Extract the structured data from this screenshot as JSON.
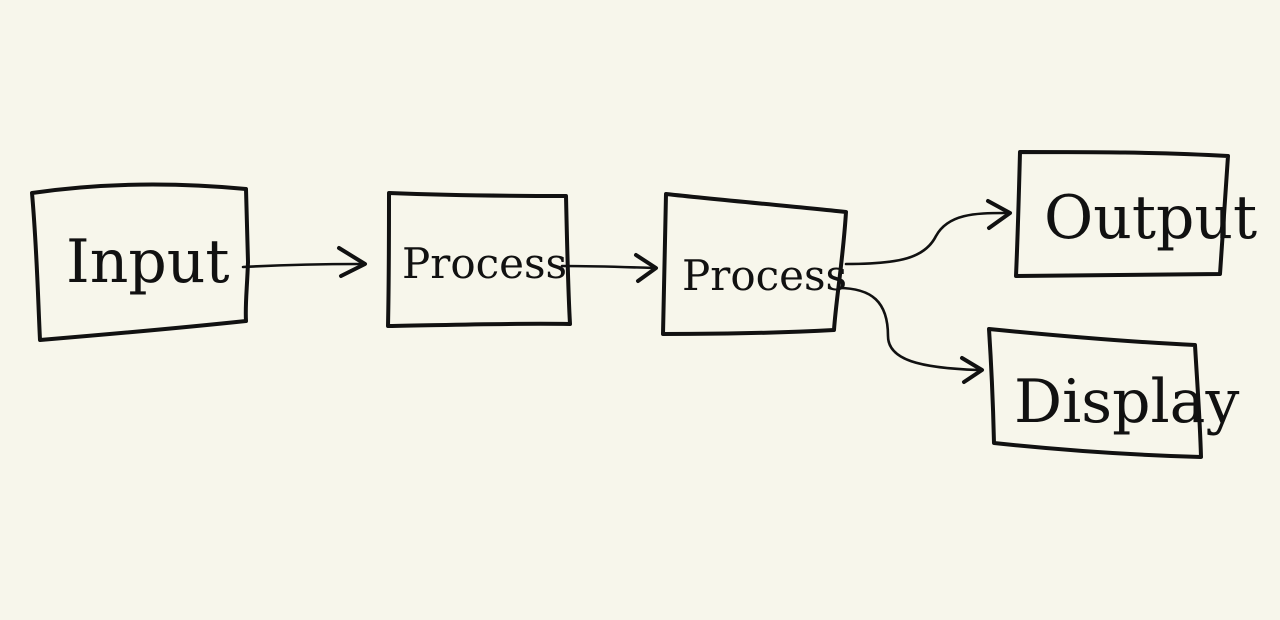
{
  "diagram": {
    "colors": {
      "background": "#f7f6eb",
      "ink": "#111111"
    },
    "nodes": {
      "input": {
        "label": "Input"
      },
      "process_1": {
        "label": "Process"
      },
      "process_2": {
        "label": "Process"
      },
      "output": {
        "label": "Output"
      },
      "display": {
        "label": "Display"
      }
    },
    "edges": [
      {
        "from": "input",
        "to": "process_1"
      },
      {
        "from": "process_1",
        "to": "process_2"
      },
      {
        "from": "process_2",
        "to": "output"
      },
      {
        "from": "process_2",
        "to": "display"
      }
    ]
  }
}
